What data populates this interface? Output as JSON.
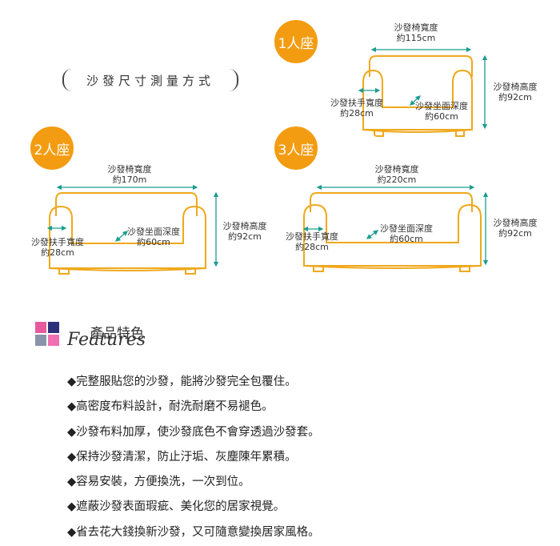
{
  "measure_title": "沙發尺寸測量方式",
  "sofas": {
    "one": {
      "badge": "1人座",
      "width_label": "沙發椅寬度",
      "width_value": "約115cm",
      "height_label": "沙發椅高度",
      "height_value": "約92cm",
      "arm_label": "沙發扶手寬度",
      "arm_value": "約28cm",
      "depth_label": "沙發坐面深度",
      "depth_value": "約60cm"
    },
    "two": {
      "badge": "2人座",
      "width_label": "沙發椅寬度",
      "width_value": "約170m",
      "height_label": "沙發椅高度",
      "height_value": "約92cm",
      "arm_label": "沙發扶手寬度",
      "arm_value": "約28cm",
      "depth_label": "沙發坐面深度",
      "depth_value": "約60cm"
    },
    "three": {
      "badge": "3人座",
      "width_label": "沙發椅寬度",
      "width_value": "約220cm",
      "height_label": "沙發椅高度",
      "height_value": "約92cm",
      "arm_label": "沙發扶手寬度",
      "arm_value": "約28cm",
      "depth_label": "沙發坐面深度",
      "depth_value": "約60cm"
    }
  },
  "features_heading": "產品特色",
  "features_subheading": "Features",
  "features": [
    "◆完整服貼您的沙發，能將沙發完全包覆住。",
    "◆高密度布料設計，耐洗耐磨不易褪色。",
    "◆沙發布料加厚，使沙發底色不會穿透過沙發套。",
    "◆保持沙發清潔，防止汙垢、灰塵陳年累積。",
    "◆容易安裝，方便換洗，一次到位。",
    "◆遮蔽沙發表面瑕疵、美化您的居家視覺。",
    "◆省去花大錢換新沙發，又可隨意變換居家風格。"
  ],
  "colors": {
    "sofa_outline": "#f0a81c",
    "dimension_line": "#1a9e8f",
    "badge": "#f39c12",
    "swatch_pink": "#e85aa0",
    "swatch_navy": "#2c2f7a",
    "swatch_gray": "#8b93a8",
    "swatch_light_pink": "#f06fb0"
  }
}
